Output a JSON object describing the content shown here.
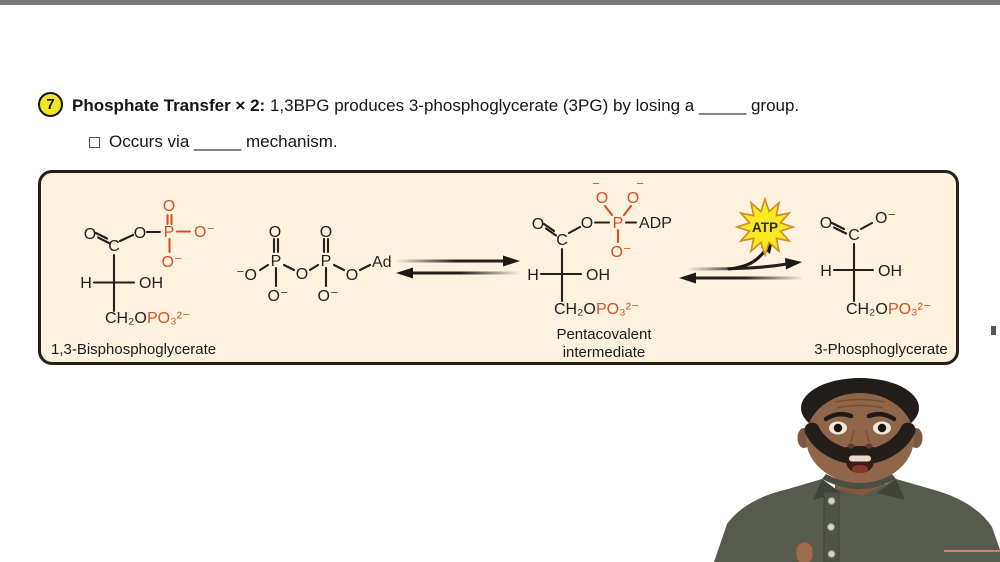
{
  "colors": {
    "topbar_gray": "#7b7b7b",
    "phosphate_orange": "#d94f28",
    "box_background": "#fcf2de",
    "box_border": "#262018",
    "step_badge_yellow": "#f4e427",
    "atp_star_yellow": "#f9e822",
    "shirt_olive": "#575b4e"
  },
  "header": {
    "step_number": "7",
    "title_bold": "Phosphate Transfer × 2:",
    "title_rest": "1,3BPG produces 3-phosphoglycerate (3PG) by losing a _____ group.",
    "subline": "Occurs via _____ mechanism."
  },
  "diagram": {
    "labels": {
      "bpg": "1,3-Bisphosphoglycerate",
      "penta1": "Pentacovalent",
      "penta2": "intermediate",
      "pg3": "3-Phosphoglycerate"
    },
    "atoms": {
      "O": "O",
      "C": "C",
      "P": "P",
      "H": "H",
      "OH": "OH",
      "O_minus": "O⁻",
      "minus_O": "⁻O",
      "minus": "−",
      "CH2O": "CH₂O",
      "PO3_2minus": "PO₃²⁻",
      "Ad": "Ad",
      "ADP": "ADP",
      "ATP": "ATP"
    }
  }
}
